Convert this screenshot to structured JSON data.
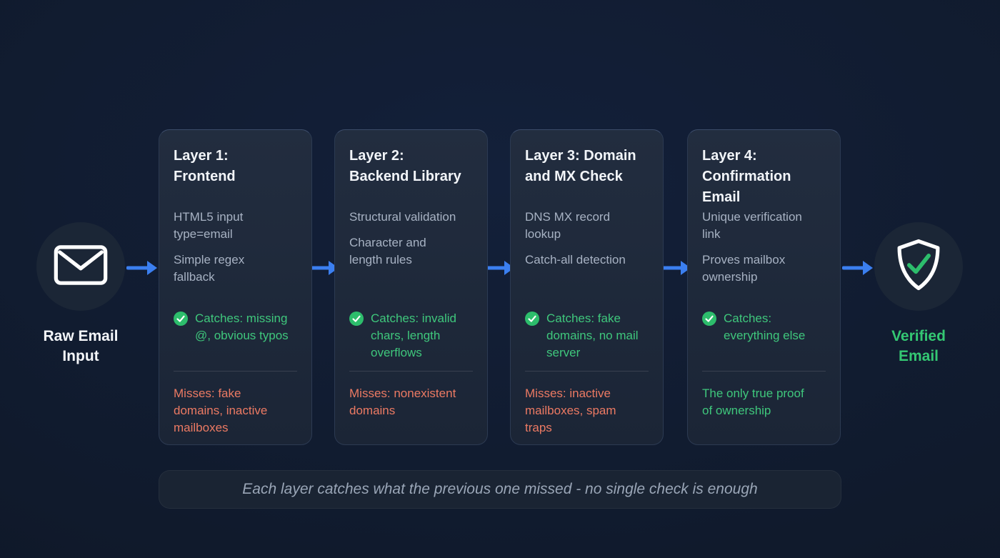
{
  "diagram": {
    "caption": "Each layer catches what the previous one missed - no single check is enough",
    "input_node": {
      "label": "Raw Email\nInput",
      "icon": "envelope-icon"
    },
    "output_node": {
      "label": "Verified\nEmail",
      "icon": "shield-check-icon"
    },
    "layers": [
      {
        "title": "Layer 1:\nFrontend",
        "points": [
          "HTML5 input\ntype=email",
          "Simple regex\nfallback"
        ],
        "catches": "Catches: missing\n@, obvious typos",
        "note": "Misses: fake\ndomains, inactive\nmailboxes",
        "note_tone": "negative"
      },
      {
        "title": "Layer 2:\nBackend Library",
        "points": [
          "Structural validation",
          "Character and\nlength rules"
        ],
        "catches": "Catches: invalid\nchars, length\noverflows",
        "note": "Misses: nonexistent\ndomains",
        "note_tone": "negative"
      },
      {
        "title": "Layer 3: Domain\nand MX Check",
        "points": [
          "DNS MX record\nlookup",
          "Catch-all detection"
        ],
        "catches": "Catches: fake\ndomains, no mail\nserver",
        "note": "Misses: inactive\nmailboxes, spam\ntraps",
        "note_tone": "negative"
      },
      {
        "title": "Layer 4:\nConfirmation\nEmail",
        "points": [
          "Unique verification\nlink",
          "Proves mailbox\nownership"
        ],
        "catches": "Catches:\neverything else",
        "note": "The only true proof\nof ownership",
        "note_tone": "positive"
      }
    ],
    "colors": {
      "background": "#101a2c",
      "card_background": "#1e2839",
      "accent_blue": "#3b7ff0",
      "success_green": "#3fc77c",
      "warning_salmon": "#ec7a63",
      "title_white": "#f2f5f9",
      "body_gray": "#a7b2c3"
    }
  }
}
